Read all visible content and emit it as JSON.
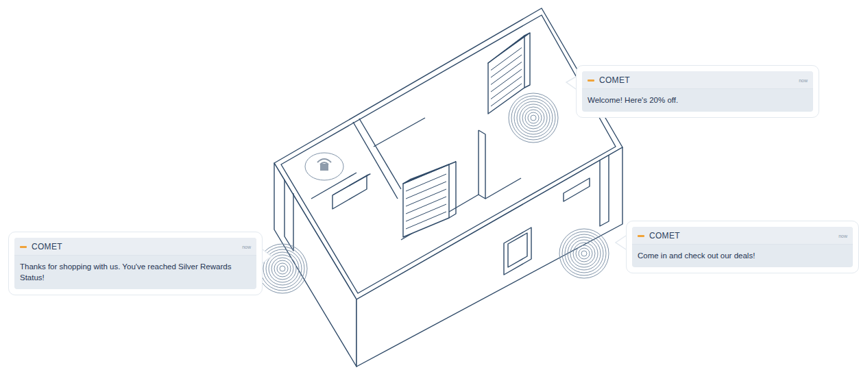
{
  "diagram": {
    "nodes": [
      {
        "text": [
          "COMET",
          "now",
          "Thanks for shopping with us. You've reached Silver Rewards Status!"
        ]
      },
      {
        "text": [
          "COMET",
          "now",
          "Welcome! Here's 20% off."
        ]
      },
      {
        "text": [
          "COMET",
          "now",
          "Come in and check out our deals!"
        ]
      }
    ]
  }
}
